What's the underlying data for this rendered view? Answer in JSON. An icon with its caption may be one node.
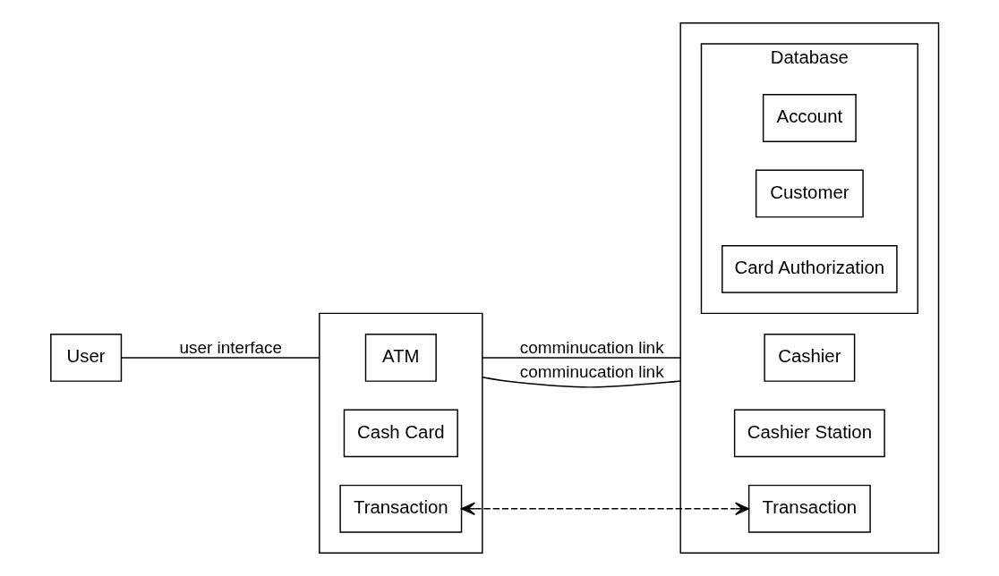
{
  "diagram": {
    "nodes": [
      {
        "text": [
          "User"
        ]
      },
      {
        "text": [],
        "shape": "box"
      },
      {
        "text": [
          "ATM"
        ],
        "in": 1
      },
      {
        "text": [
          "Cash Card"
        ],
        "in": 1
      },
      {
        "text": [
          "Transaction"
        ],
        "in": 1
      },
      {
        "text": [],
        "shape": "box"
      },
      {
        "text": [
          "Cashier"
        ],
        "in": 5
      },
      {
        "text": [
          "Cashier Station"
        ],
        "in": 5
      },
      {
        "text": [
          "Database"
        ],
        "in": 5
      },
      {
        "text": [
          "Account"
        ],
        "in": 8
      },
      {
        "text": [
          "Customer"
        ],
        "in": 8
      },
      {
        "text": [
          "Card Authorization"
        ],
        "in": 8
      },
      {
        "text": [
          "Transaction"
        ],
        "in": 5
      }
    ],
    "edges": [
      {
        "from": 0,
        "to": 1,
        "arrow": "none",
        "label": "user interface"
      },
      {
        "from": 1,
        "to": 5,
        "arrow": "none",
        "label": "comminucation link"
      },
      {
        "from": 1,
        "to": 5,
        "arrow": "none",
        "label": "comminucation link"
      },
      {
        "from": 4,
        "to": 12,
        "arrow": "both",
        "style": "dashed"
      }
    ]
  }
}
